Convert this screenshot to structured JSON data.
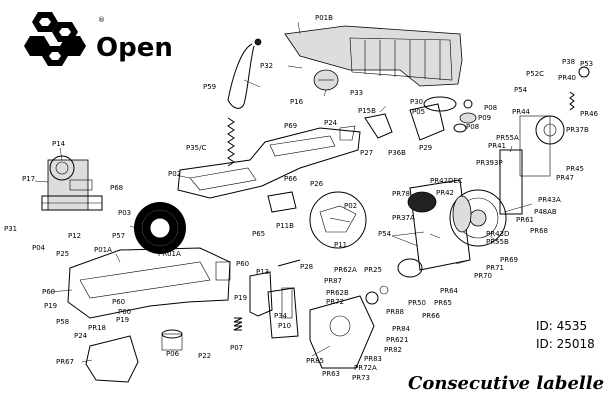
{
  "brand": {
    "name": "Open",
    "registered": "®"
  },
  "ids": {
    "id1": "ID: 4535",
    "id2": "ID: 25018"
  },
  "caption": "Consecutive labellers",
  "labels": {
    "P01B": "P01B",
    "P32": "P32",
    "P59": "P59",
    "P16": "P16",
    "P33": "P33",
    "P15B": "P15B",
    "P30": "P30",
    "P05": "P05",
    "P08a": "P08",
    "P09": "P09",
    "P08b": "P08",
    "P69": "P69",
    "P24": "P24",
    "P27": "P27",
    "P36B": "P36B",
    "P29": "P29",
    "P35C": "P35/C",
    "P14": "P14",
    "P17": "P17",
    "P68": "P68",
    "P03": "P03",
    "P02": "P02",
    "P66": "P66",
    "P26": "P26",
    "P02b": "P02",
    "P31": "P31",
    "P57": "P57",
    "P65": "P65",
    "P11B": "P11B",
    "P11": "P11",
    "P12": "P12",
    "P04": "P04",
    "P25": "P25",
    "P01A": "P01A",
    "PR01A": "PR01A",
    "P60a": "P60",
    "P13": "P13",
    "P28": "P28",
    "P60b": "P60",
    "P19a": "P19",
    "P60c": "P60",
    "P19b": "P19",
    "P58": "P58",
    "P60d": "P60",
    "P19c": "P19",
    "PR18": "PR18",
    "P24b": "P24",
    "P34": "P34",
    "P10": "P10",
    "P07": "P07",
    "P06": "P06",
    "P22": "P22",
    "PR67": "PR67",
    "P52C": "P52C",
    "P38": "P38",
    "P53": "P53",
    "P54a": "P54",
    "PR40": "PR40",
    "PR46": "PR46",
    "PR44": "PR44",
    "PR37B": "PR37B",
    "PR55A": "PR55A",
    "PR41": "PR41",
    "PR393P": "PR393P",
    "PR45": "PR45",
    "PR42DEC": "PR42DEC",
    "PR47": "PR47",
    "PR78": "PR78",
    "PR42": "PR42",
    "PR43A": "PR43A",
    "P48AB": "P48AB",
    "PR37A": "PR37A",
    "PR61": "PR61",
    "P54b": "P54",
    "PR68": "PR68",
    "PR43D": "PR43D",
    "PR55B": "PR55B",
    "PR69": "PR69",
    "PR71": "PR71",
    "PR70": "PR70",
    "PR62A": "PR62A",
    "PR25": "PR25",
    "PR87": "PR87",
    "PR64": "PR64",
    "PR62B": "PR62B",
    "PR50": "PR50",
    "PR65": "PR65",
    "PR72": "PR72",
    "PR88": "PR88",
    "PR66": "PR66",
    "PR84": "PR84",
    "PR621": "PR621",
    "PR82": "PR82",
    "PR85": "PR85",
    "PR83": "PR83",
    "PR72A": "PR72A",
    "PR63": "PR63",
    "PR73": "PR73"
  }
}
